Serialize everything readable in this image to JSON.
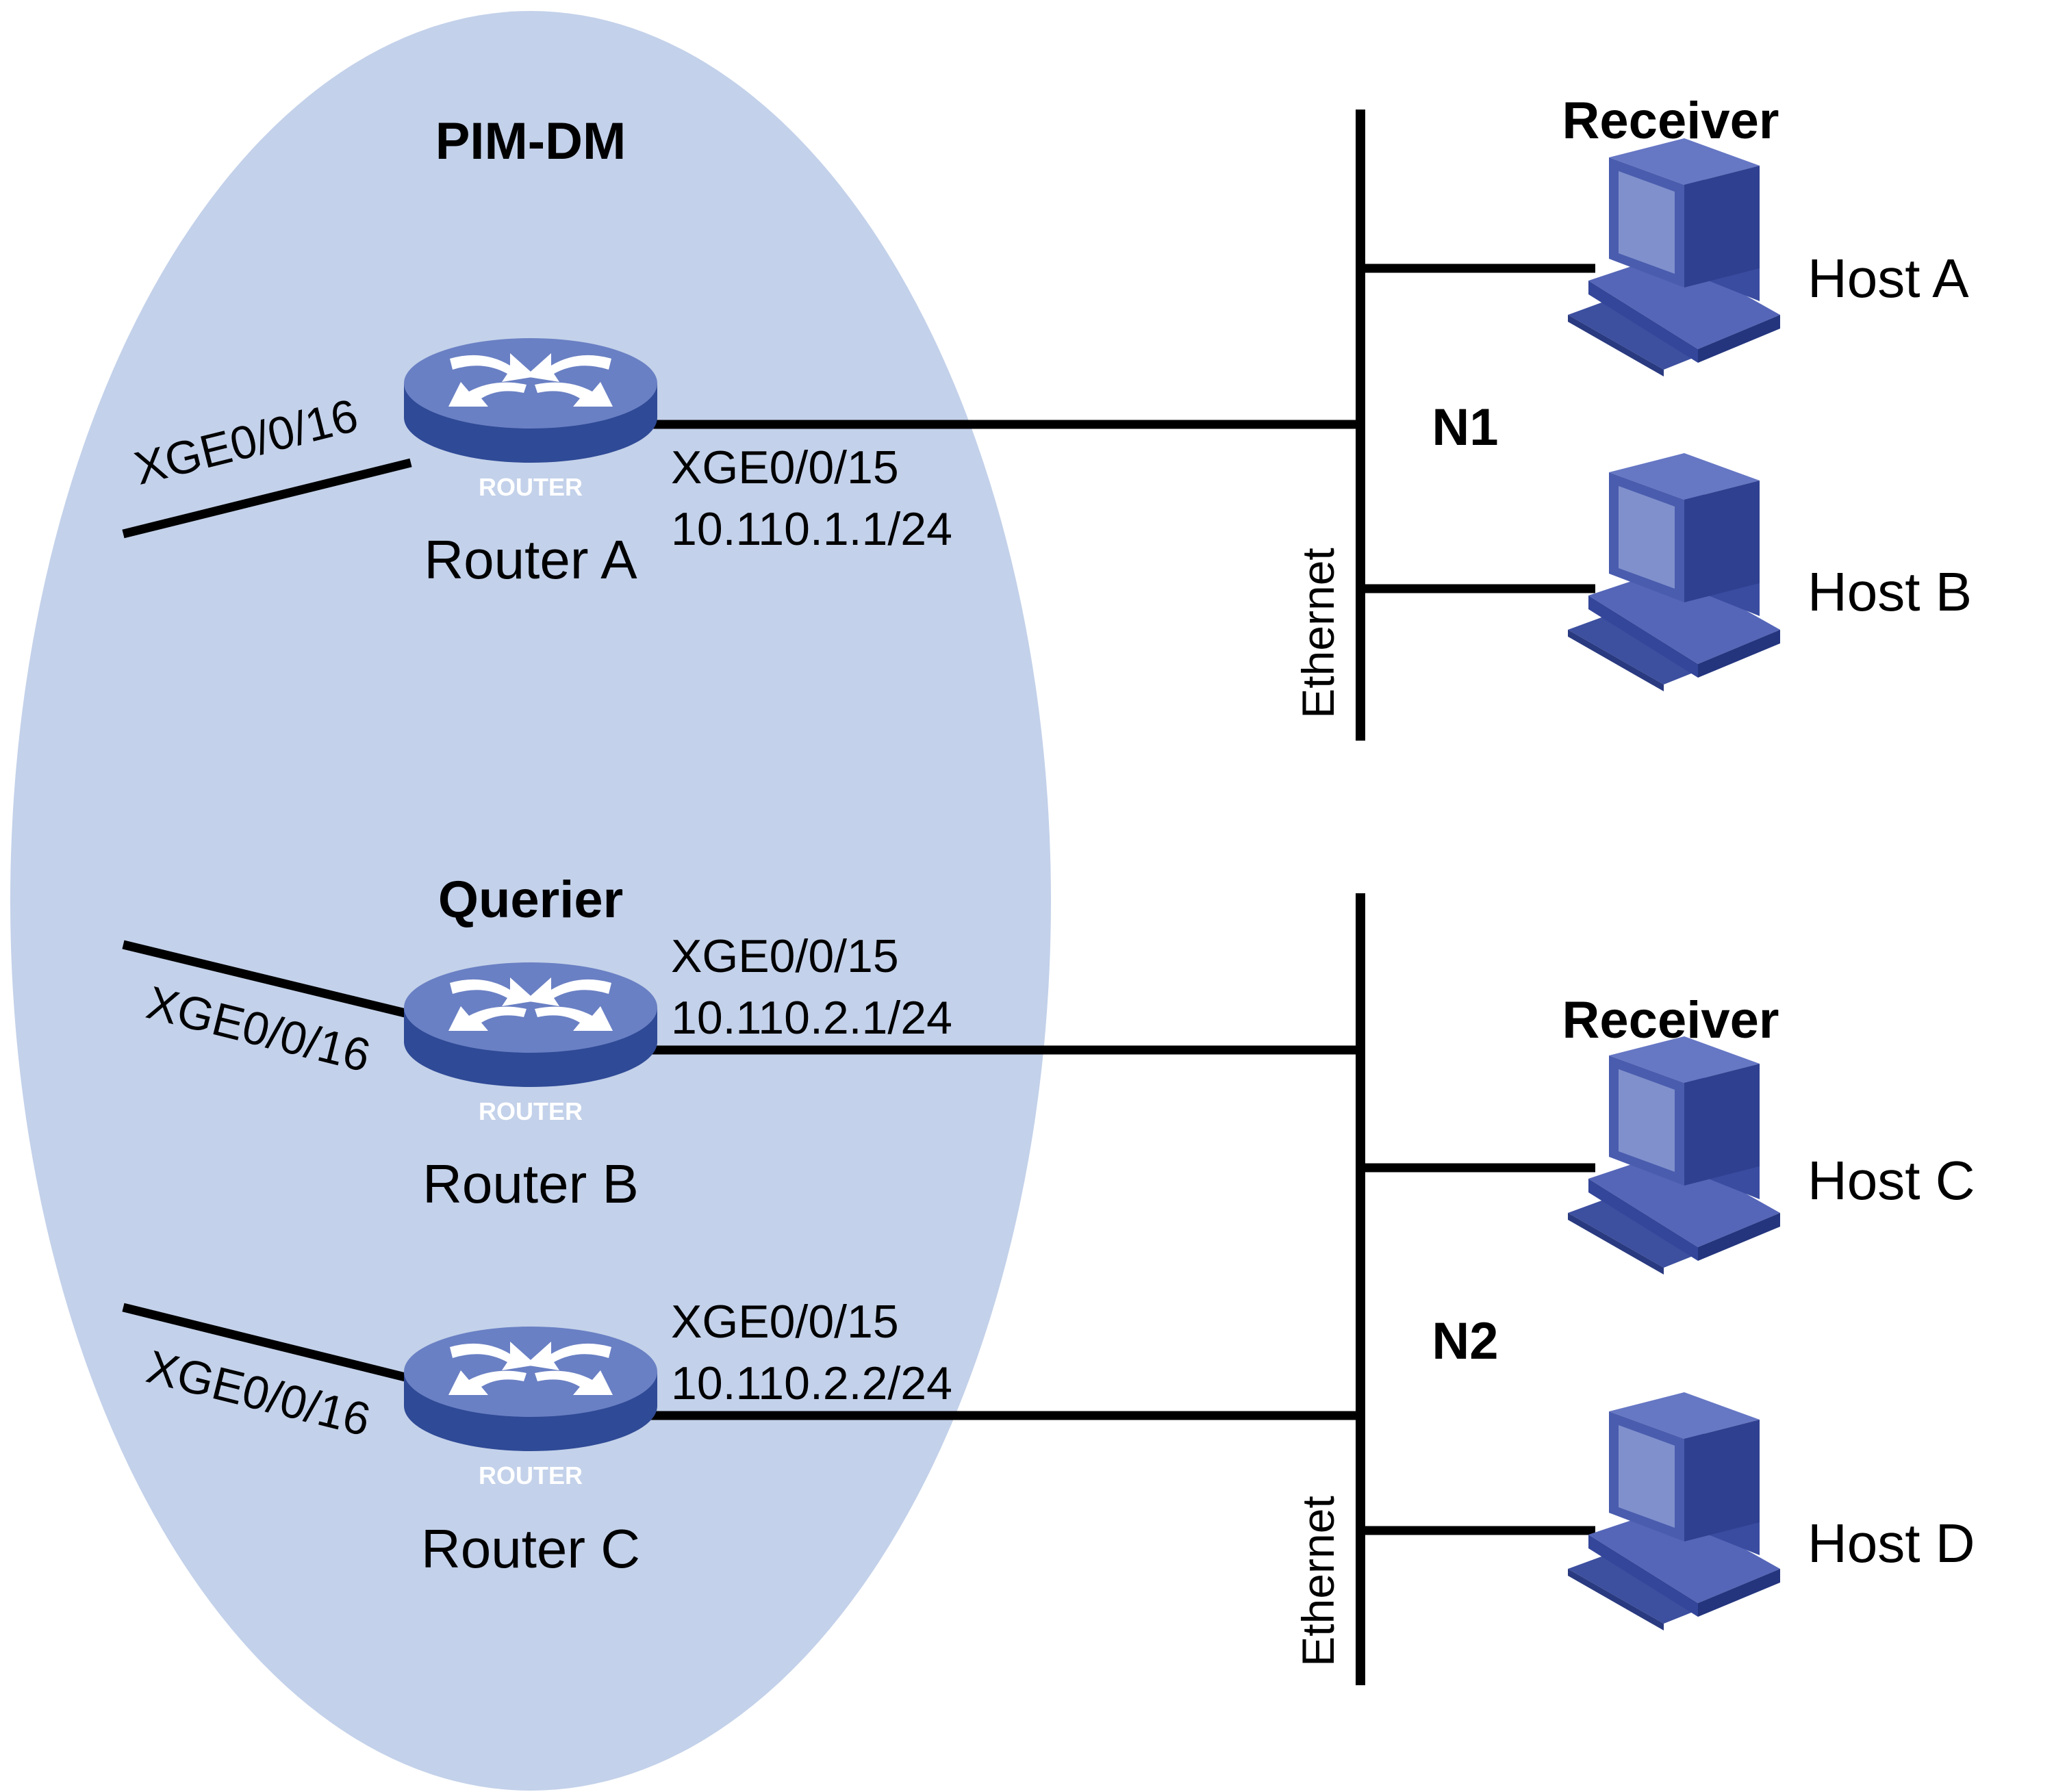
{
  "domain_title": "PIM-DM",
  "colors": {
    "domain_fill": "#c3d1ea",
    "router_top": "#6a80c4",
    "router_body": "#2f4a96",
    "host_body": "#4a5cae",
    "host_screen": "#8090cc",
    "line": "#000000"
  },
  "routers": [
    {
      "name": "Router A",
      "badge": "ROUTER",
      "role": "",
      "uplink_port": "XGE0/0/16",
      "port": "XGE0/0/15",
      "ip": "10.110.1.1/24",
      "icon": "router-icon"
    },
    {
      "name": "Router B",
      "badge": "ROUTER",
      "role": "Querier",
      "uplink_port": "XGE0/0/16",
      "port": "XGE0/0/15",
      "ip": "10.110.2.1/24",
      "icon": "router-icon"
    },
    {
      "name": "Router C",
      "badge": "ROUTER",
      "role": "",
      "uplink_port": "XGE0/0/16",
      "port": "XGE0/0/15",
      "ip": "10.110.2.2/24",
      "icon": "router-icon"
    }
  ],
  "networks": [
    {
      "name": "N1",
      "medium": "Ethernet",
      "receiver_label": "Receiver",
      "hosts": [
        "Host A",
        "Host B"
      ]
    },
    {
      "name": "N2",
      "medium": "Ethernet",
      "receiver_label": "Receiver",
      "hosts": [
        "Host C",
        "Host D"
      ]
    }
  ]
}
